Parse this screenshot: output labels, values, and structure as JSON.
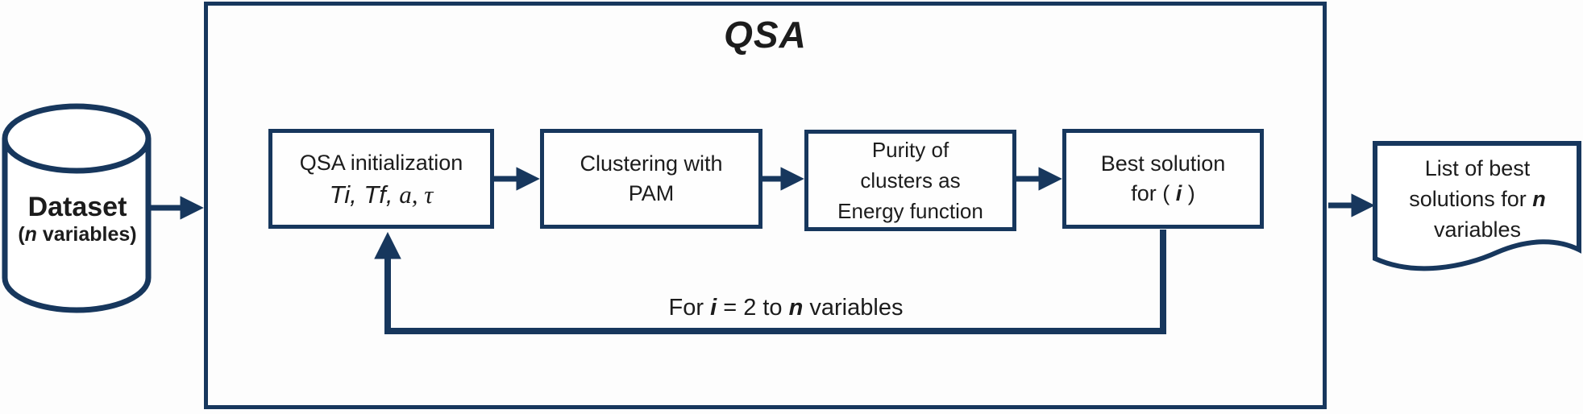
{
  "colors": {
    "line": "#17375D",
    "text": "#1c1c1c",
    "background": "#fdfdfd"
  },
  "dataset": {
    "title": "Dataset",
    "sub_open": "(",
    "sub_var": "n",
    "sub_rest": " variables)"
  },
  "qsa": {
    "title": "QSA"
  },
  "steps": {
    "init": {
      "line1": "QSA initialization",
      "p_sans": "Ti, Tf,",
      "p_serif_a": " a,",
      "p_serif_t": " τ"
    },
    "pam": {
      "line1": "Clustering with",
      "line2": "PAM"
    },
    "purity": {
      "line1": "Purity of",
      "line2": "clusters as",
      "line3": "Energy function"
    },
    "best": {
      "line1": "Best solution",
      "l2_pre": "for ( ",
      "l2_var": "i",
      "l2_suf": " )"
    }
  },
  "loop": {
    "pre": "For  ",
    "var_i": "i",
    "mid": " = 2 to ",
    "var_n": "n",
    "suf": " variables"
  },
  "output": {
    "line1": "List of best",
    "l2_pre": "solutions for ",
    "l2_var": "n",
    "line3": "variables"
  }
}
